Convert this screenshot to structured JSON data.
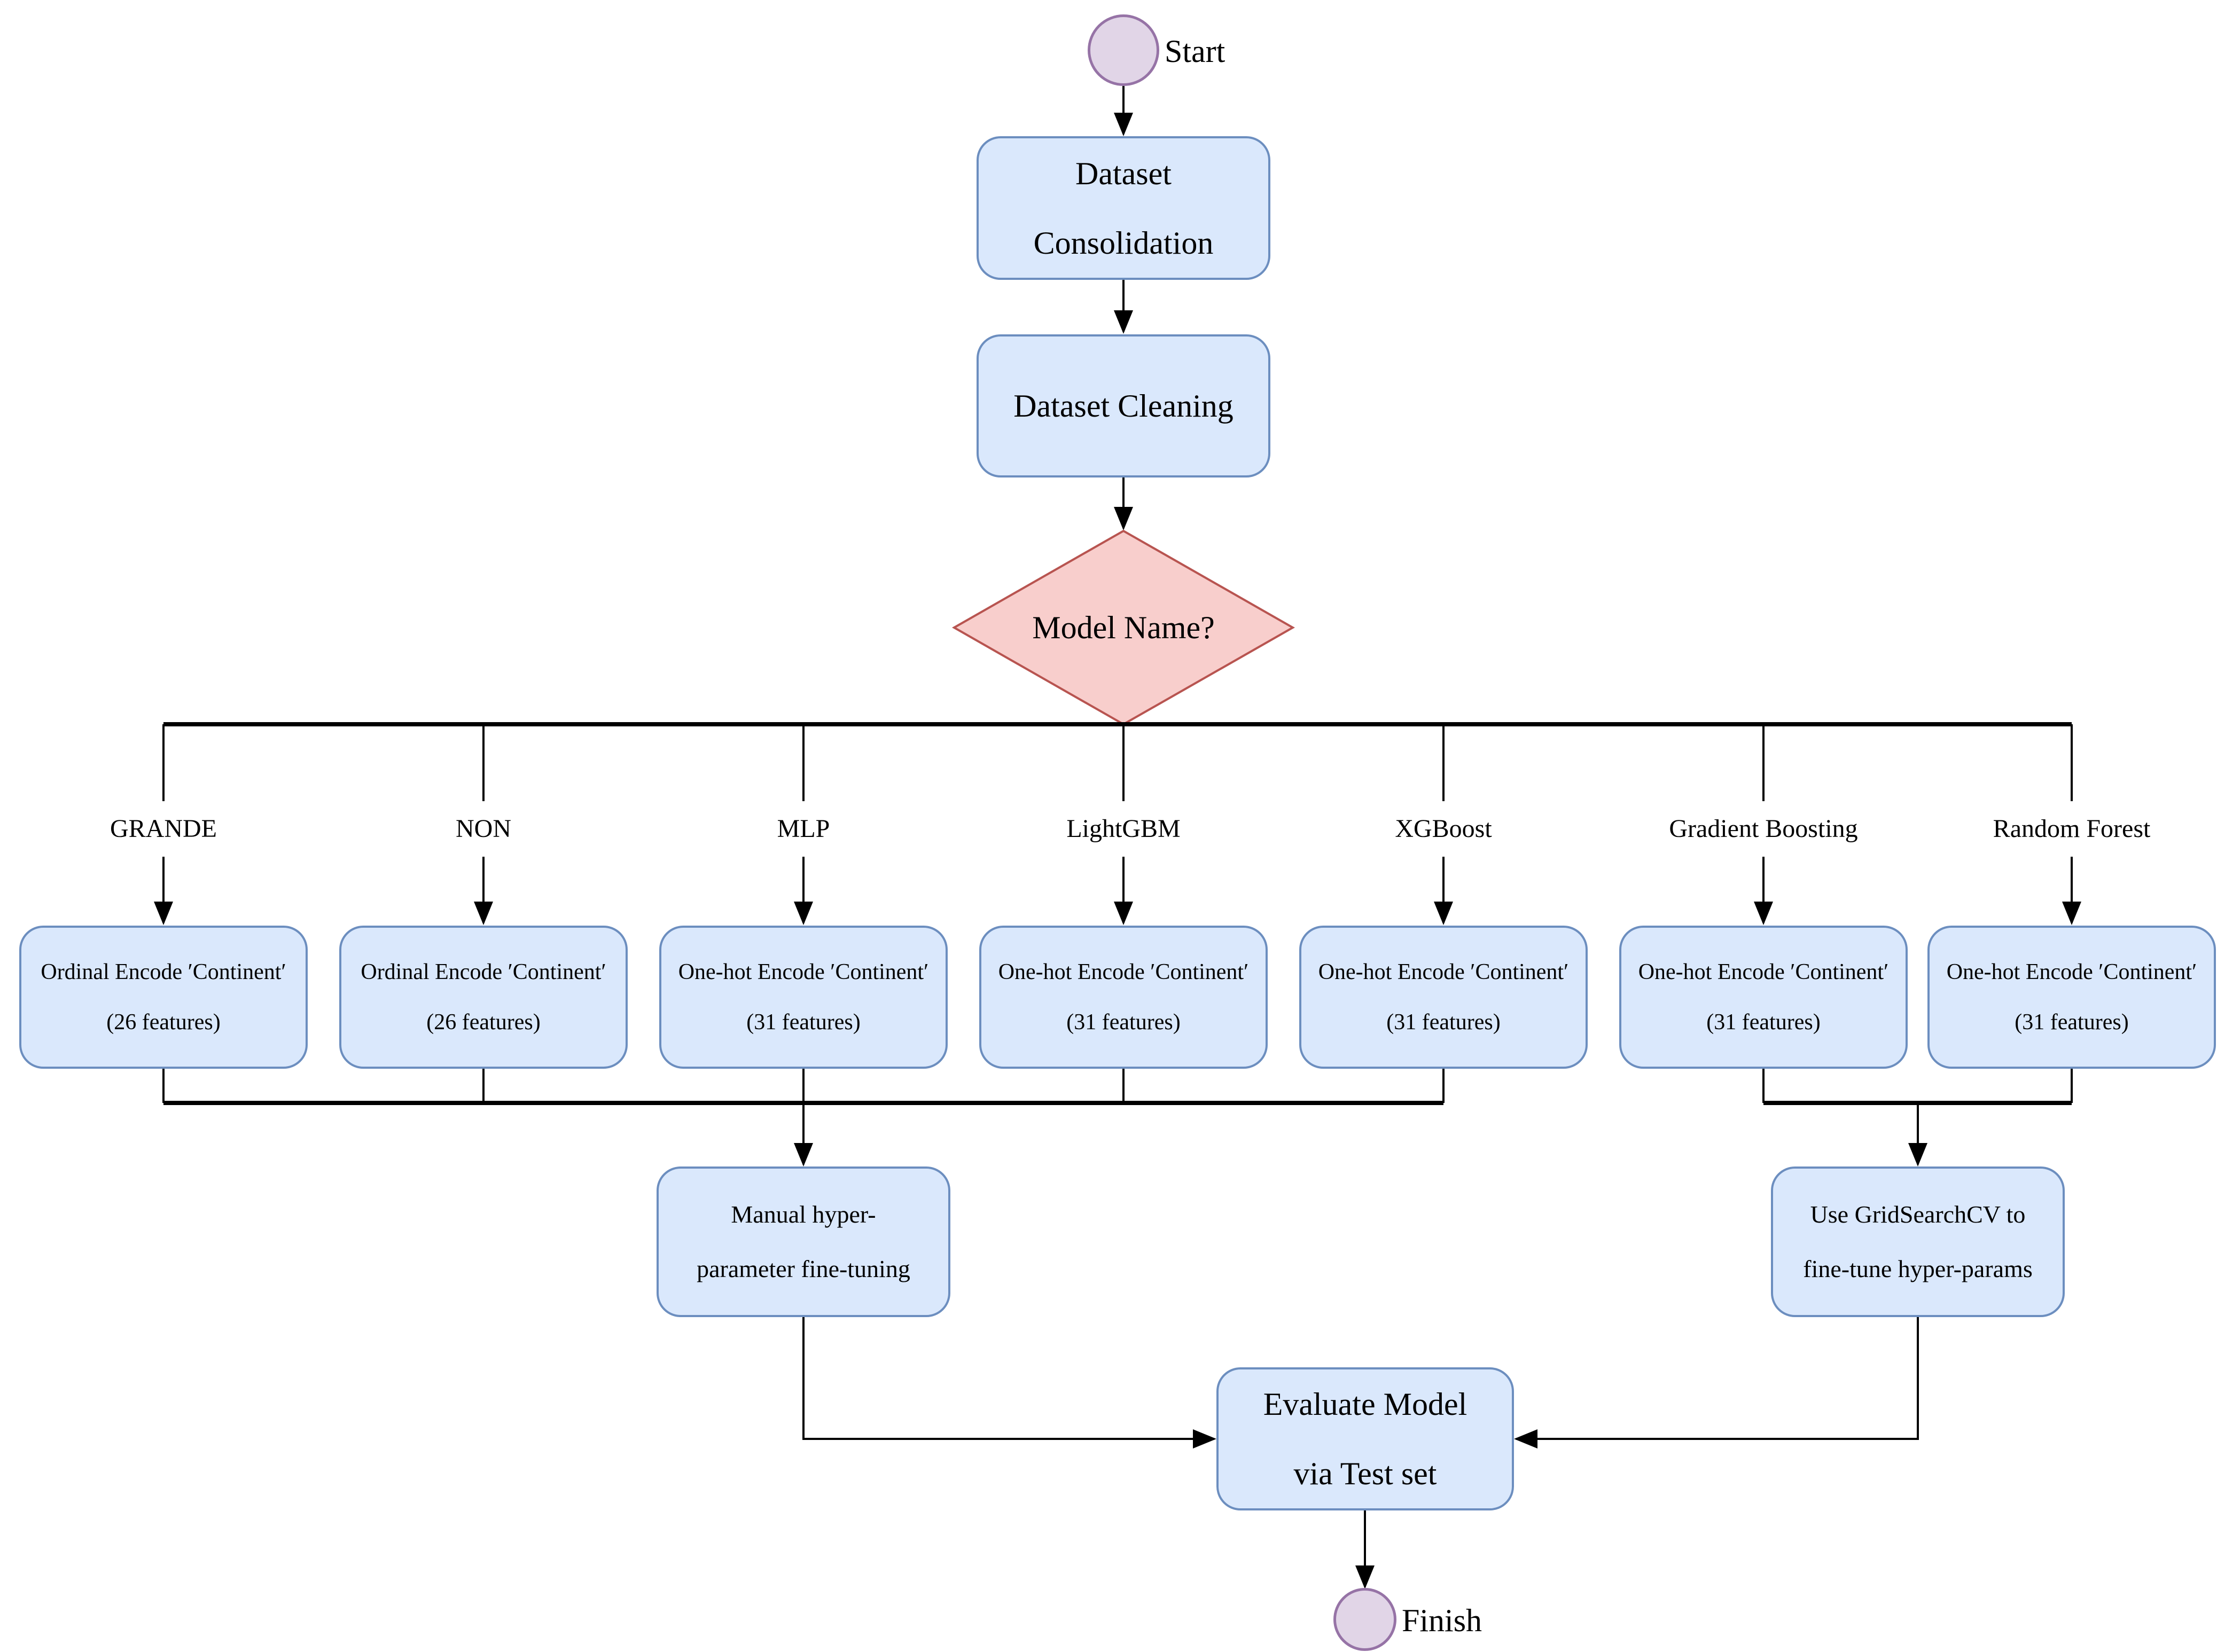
{
  "diagram": {
    "title_semantic": "ML model training pipeline flowchart",
    "start": {
      "label": "Start"
    },
    "finish": {
      "label": "Finish"
    },
    "consolidation": {
      "line1": "Dataset",
      "line2": "Consolidation"
    },
    "cleaning": {
      "label": "Dataset Cleaning"
    },
    "decision": {
      "label": "Model Name?"
    },
    "branches": [
      {
        "label": "GRANDE",
        "encode": "Ordinal Encode ′Continent′",
        "features": "(26 features)"
      },
      {
        "label": "NON",
        "encode": "Ordinal Encode ′Continent′",
        "features": "(26 features)"
      },
      {
        "label": "MLP",
        "encode": "One-hot Encode ′Continent′",
        "features": "(31 features)"
      },
      {
        "label": "LightGBM",
        "encode": "One-hot Encode ′Continent′",
        "features": "(31 features)"
      },
      {
        "label": "XGBoost",
        "encode": "One-hot Encode ′Continent′",
        "features": "(31 features)"
      },
      {
        "label": "Gradient Boosting",
        "encode": "One-hot Encode ′Continent′",
        "features": "(31 features)"
      },
      {
        "label": "Random Forest",
        "encode": "One-hot Encode ′Continent′",
        "features": "(31 features)"
      }
    ],
    "manual_tuning": {
      "line1": "Manual hyper-",
      "line2": "parameter fine-tuning"
    },
    "grid_search": {
      "line1": "Use GridSearchCV to",
      "line2": "fine-tune hyper-params"
    },
    "evaluate": {
      "line1": "Evaluate Model",
      "line2": "via Test set"
    },
    "colors": {
      "process_fill": "#dae8fc",
      "process_stroke": "#6c8ebf",
      "decision_fill": "#f8cecc",
      "decision_stroke": "#b85450",
      "terminal_fill": "#e1d5e7",
      "terminal_stroke": "#9673a6",
      "edge": "#000000"
    }
  }
}
